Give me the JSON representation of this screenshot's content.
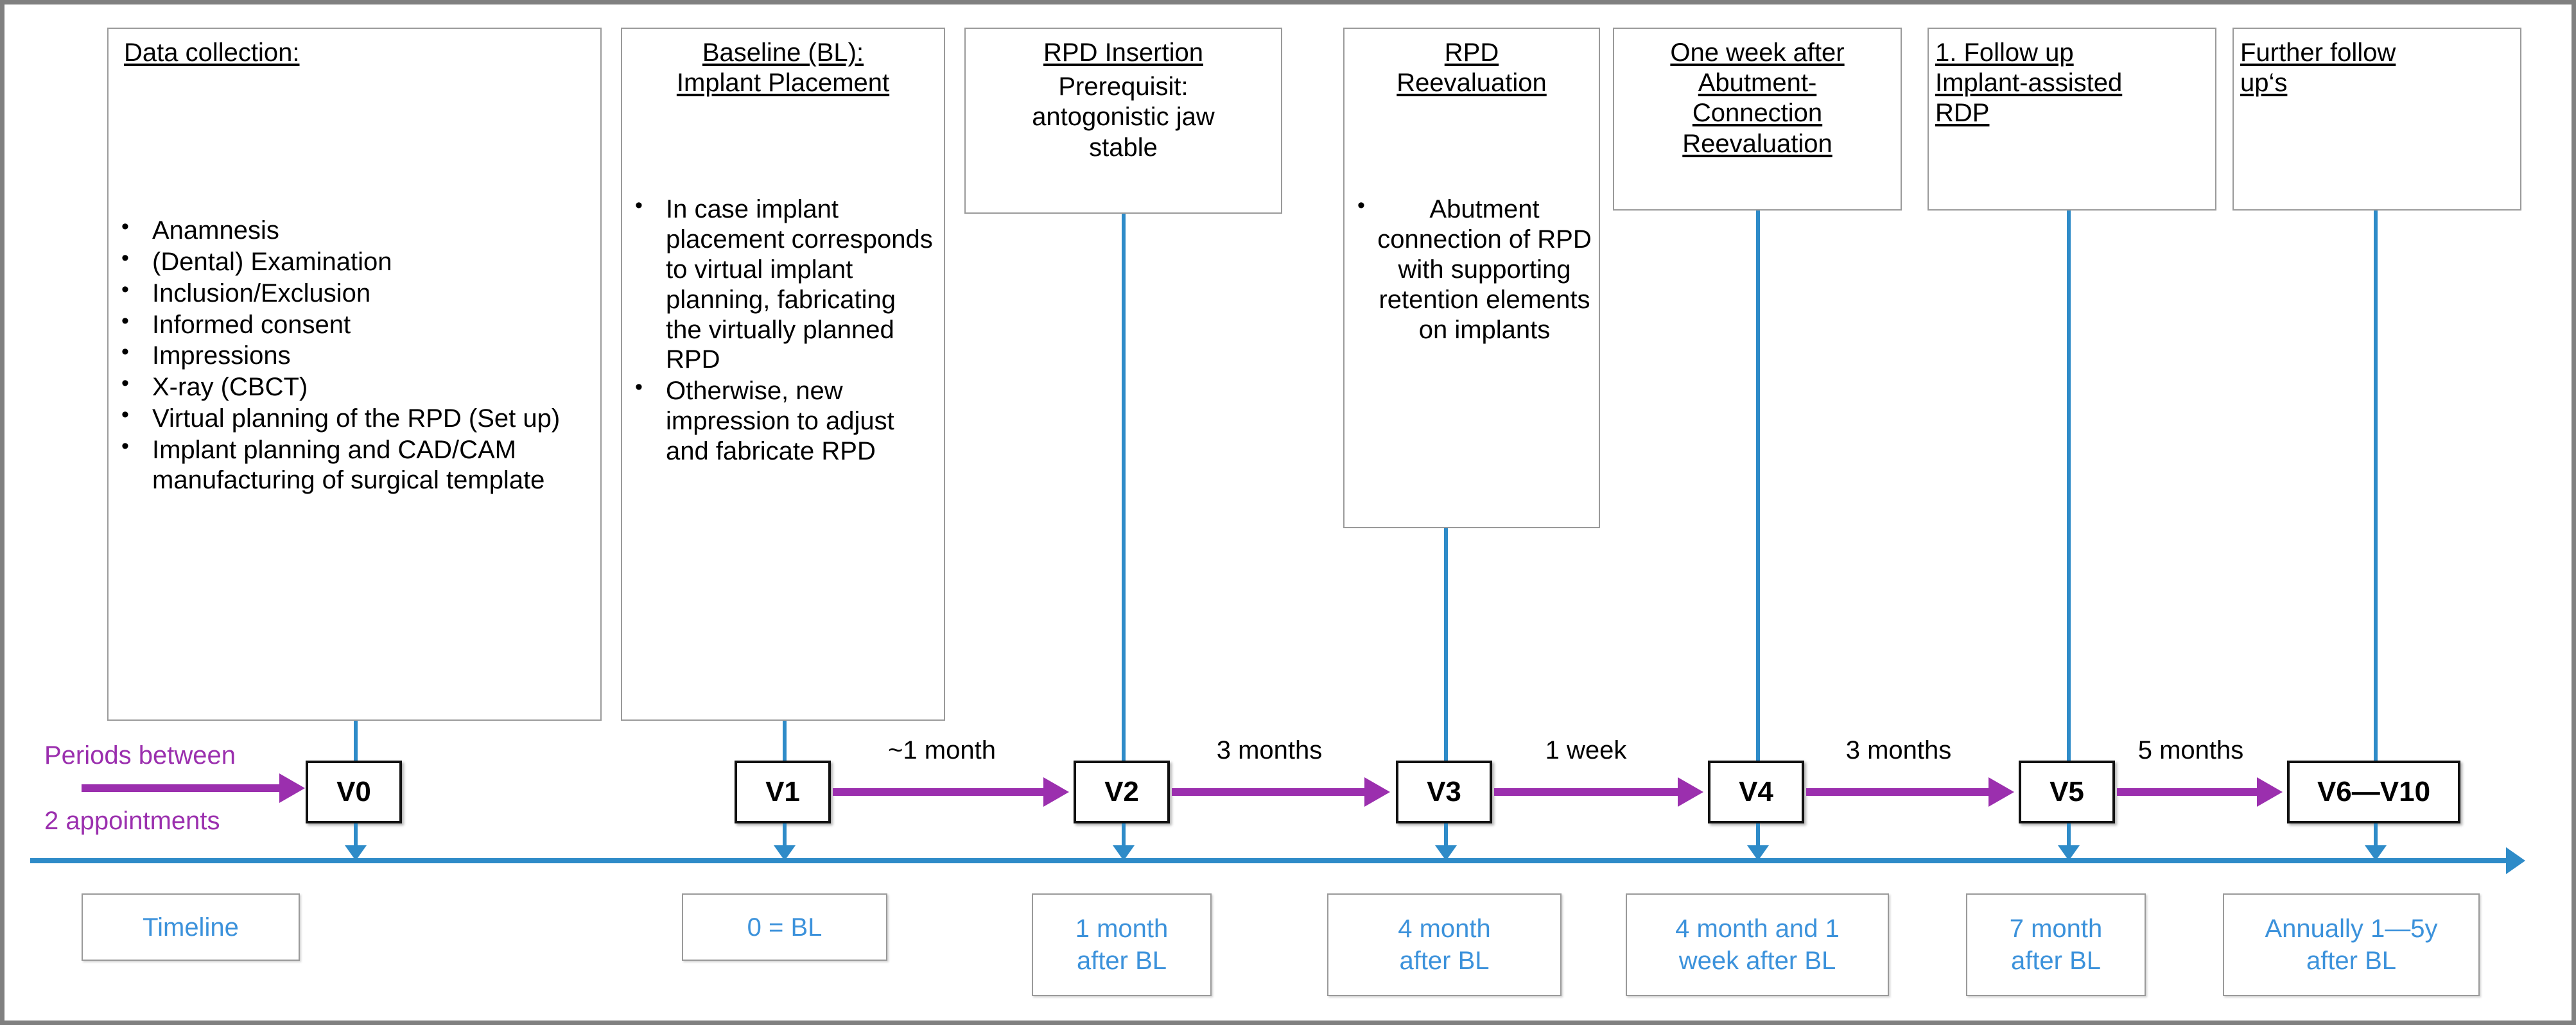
{
  "colors": {
    "blue_line": "#2E8BC8",
    "blue_text": "#3C92DB",
    "purple": "#9B2FAE",
    "box_border": "#9A9A9A",
    "node_border": "#111111",
    "frame": "#808080"
  },
  "phase_boxes": [
    {
      "id": "data-collection",
      "title": "Data collection:",
      "align": "left",
      "bullets": [
        "Anamnesis",
        "(Dental) Examination",
        "Inclusion/Exclusion",
        "Informed consent",
        "Impressions",
        "X-ray (CBCT)",
        "Virtual planning of the RPD (Set up)",
        "Implant planning and CAD/CAM manufacturing of surgical template"
      ],
      "sublines": []
    },
    {
      "id": "baseline-implant-placement",
      "title": "Baseline (BL):\nImplant Placement",
      "title_line1": "Baseline (BL):",
      "title_line2": "Implant Placement",
      "align": "center",
      "bullets": [
        "In case implant placement corresponds to virtual implant planning, fabricating the virtually planned RPD",
        "Otherwise, new impression to adjust and fabricate RPD"
      ],
      "sublines": []
    },
    {
      "id": "rpd-insertion",
      "title": "RPD Insertion",
      "align": "center",
      "bullets": [],
      "sublines": [
        "Prerequisit:",
        "antogonistic jaw",
        "stable"
      ]
    },
    {
      "id": "rpd-reevaluation",
      "title_line1": "RPD",
      "title_line2": "Reevaluation",
      "align": "center",
      "bullets": [
        "Abutment connection of RPD with supporting retention elements on implants"
      ],
      "sublines": []
    },
    {
      "id": "one-week-after-abutment-connection",
      "title_line1": "One week after",
      "title_line2": "Abutment-",
      "title_line3": "Connection",
      "title_line4": "Reevaluation",
      "align": "center",
      "bullets": [],
      "sublines": []
    },
    {
      "id": "first-follow-up",
      "title_line1": "1. Follow up",
      "title_line2": "Implant-assisted",
      "title_line3": "RDP",
      "align": "left",
      "bullets": [],
      "sublines": []
    },
    {
      "id": "further-follow-ups",
      "title_line1": "Further follow",
      "title_line2": "up‘s",
      "align": "left",
      "bullets": [],
      "sublines": []
    }
  ],
  "legend": {
    "line1": "Periods between",
    "line2": "2 appointments"
  },
  "visits": [
    {
      "label": "V0"
    },
    {
      "label": "V1"
    },
    {
      "label": "V2"
    },
    {
      "label": "V3"
    },
    {
      "label": "V4"
    },
    {
      "label": "V5"
    },
    {
      "label": "V6—V10"
    }
  ],
  "intervals": [
    {
      "from": "V1",
      "to": "V2",
      "label": "~1 month"
    },
    {
      "from": "V2",
      "to": "V3",
      "label": "3 months"
    },
    {
      "from": "V3",
      "to": "V4",
      "label": "1 week"
    },
    {
      "from": "V4",
      "to": "V5",
      "label": "3 months"
    },
    {
      "from": "V5",
      "to": "V6—V10",
      "label": "5 months"
    }
  ],
  "timeline_boxes": [
    {
      "id": "timeline",
      "line1": "Timeline",
      "line2": ""
    },
    {
      "id": "v1-time",
      "line1": "0 = BL",
      "line2": ""
    },
    {
      "id": "v2-time",
      "line1": "1 month",
      "line2": "after BL"
    },
    {
      "id": "v3-time",
      "line1": "4 month",
      "line2": "after  BL"
    },
    {
      "id": "v4-time",
      "line1": "4 month and 1",
      "line2": "week after BL"
    },
    {
      "id": "v5-time",
      "line1": "7 month",
      "line2": "after BL"
    },
    {
      "id": "v6-time",
      "line1": "Annually 1—5y",
      "line2": "after  BL"
    }
  ]
}
